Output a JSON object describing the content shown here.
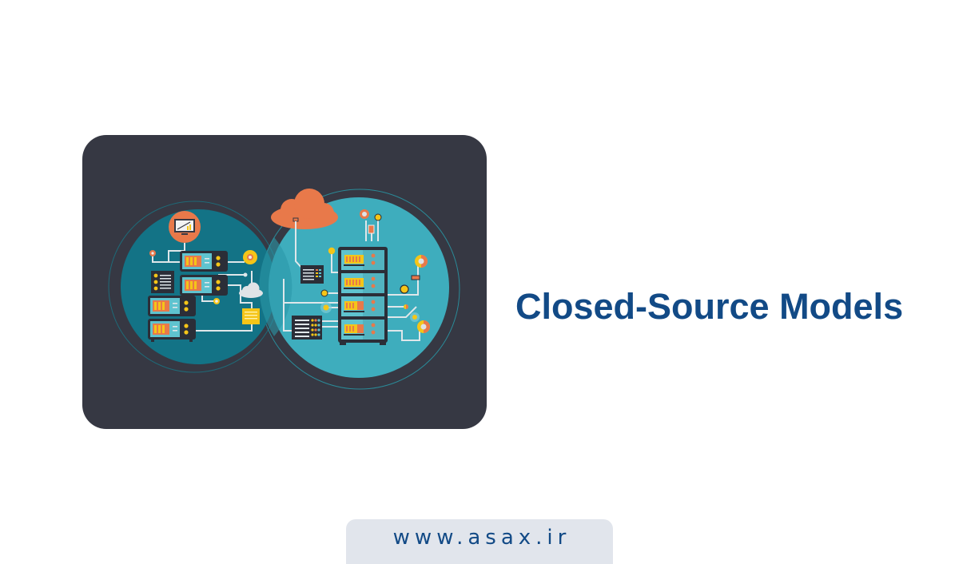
{
  "main": {
    "title": "Closed-Source Models",
    "illustration": {
      "description": "Two overlapping circles with server racks, cloud, network nodes",
      "icons": [
        "server-rack-icon",
        "cloud-icon",
        "monitor-chart-icon",
        "network-node-icon",
        "document-icon"
      ]
    }
  },
  "footer": {
    "url": "www.asax.ir"
  },
  "colors": {
    "title": "#124a86",
    "card_bg": "#363843",
    "circle_left": "#137386",
    "circle_right": "#3eadbd",
    "cloud": "#e8794a",
    "accent_yellow": "#f5c518",
    "footer_bg": "#e1e5ec"
  }
}
